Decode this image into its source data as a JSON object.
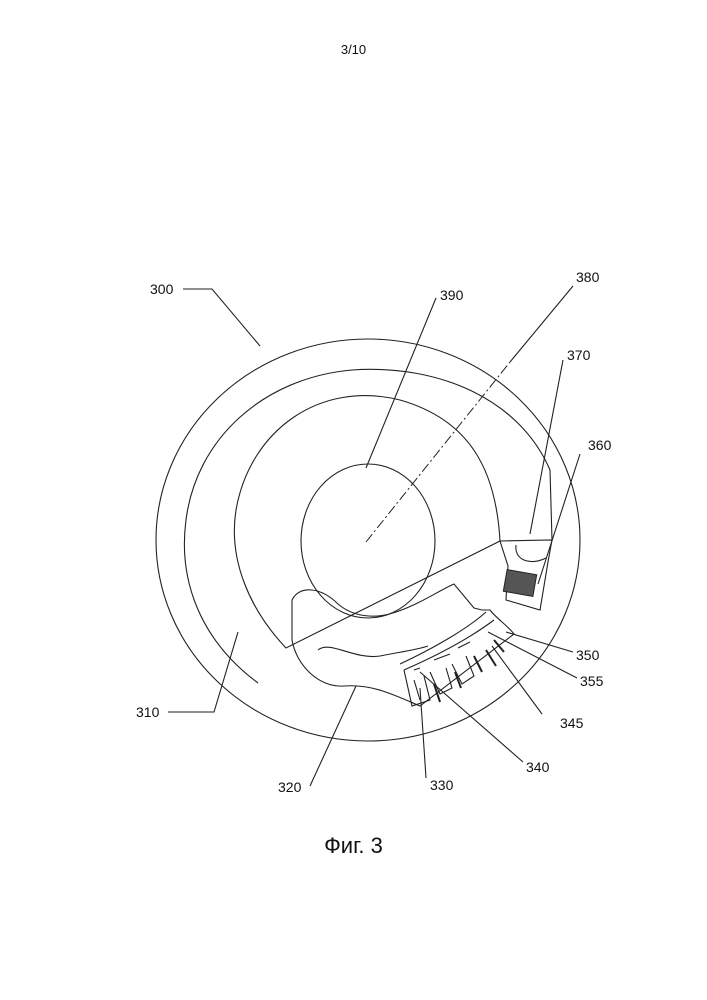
{
  "page_number": "3/10",
  "caption": "Фиг. 3",
  "labels": {
    "l300": "300",
    "l310": "310",
    "l320": "320",
    "l330": "330",
    "l340": "340",
    "l345": "345",
    "l350": "350",
    "l355": "355",
    "l360": "360",
    "l370": "370",
    "l380": "380",
    "l390": "390"
  }
}
